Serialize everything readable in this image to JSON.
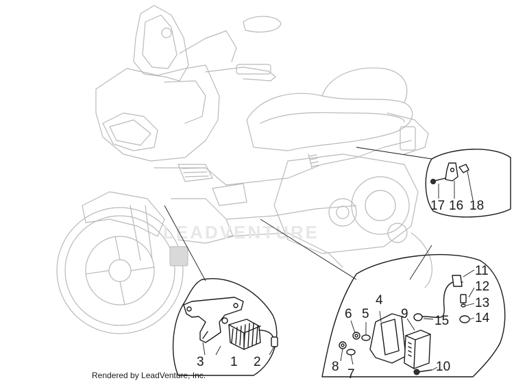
{
  "watermark": "LEADVENTURE",
  "credit": "Rendered by LeadVenture, Inc.",
  "callouts": {
    "c1": "1",
    "c2": "2",
    "c3": "3",
    "c4": "4",
    "c5": "5",
    "c6": "6",
    "c7": "7",
    "c8": "8",
    "c9": "9",
    "c10": "10",
    "c11": "11",
    "c12": "12",
    "c13": "13",
    "c14": "14",
    "c15": "15",
    "c16": "16",
    "c17": "17",
    "c18": "18"
  }
}
